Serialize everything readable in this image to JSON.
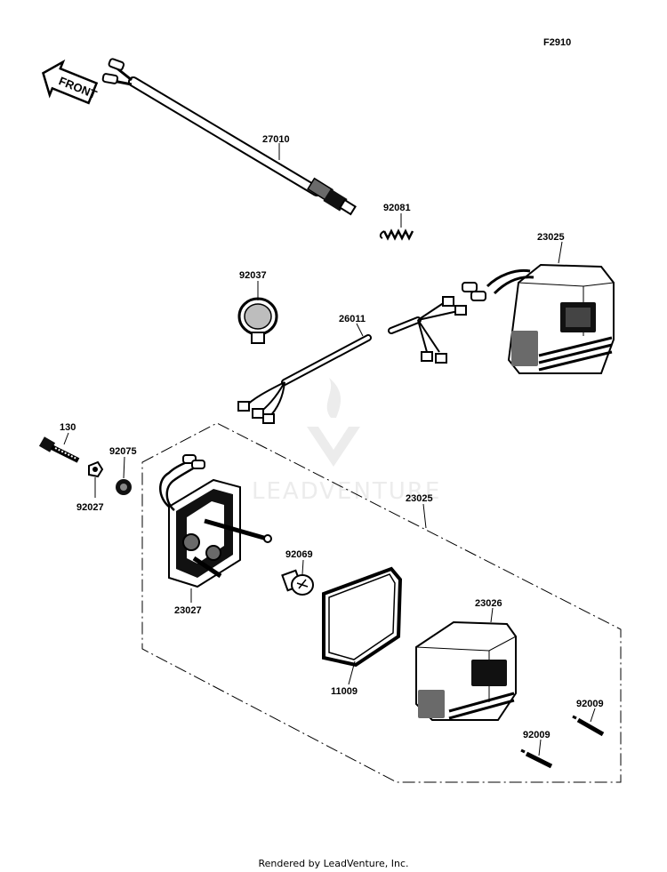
{
  "diagram_code": "F2910",
  "front_arrow_label": "FRONT",
  "watermark": "LEADVENTURE",
  "parts": [
    {
      "id": "p-27010",
      "number": "27010"
    },
    {
      "id": "p-92081",
      "number": "92081"
    },
    {
      "id": "p-23025-top",
      "number": "23025"
    },
    {
      "id": "p-92037",
      "number": "92037"
    },
    {
      "id": "p-26011",
      "number": "26011"
    },
    {
      "id": "p-130",
      "number": "130"
    },
    {
      "id": "p-92075",
      "number": "92075"
    },
    {
      "id": "p-92027",
      "number": "92027"
    },
    {
      "id": "p-23025-assy",
      "number": "23025"
    },
    {
      "id": "p-92069",
      "number": "92069"
    },
    {
      "id": "p-23027",
      "number": "23027"
    },
    {
      "id": "p-23026",
      "number": "23026"
    },
    {
      "id": "p-11009",
      "number": "11009"
    },
    {
      "id": "p-92009-a",
      "number": "92009"
    },
    {
      "id": "p-92009-b",
      "number": "92009"
    }
  ],
  "footer": "Rendered by LeadVenture, Inc."
}
